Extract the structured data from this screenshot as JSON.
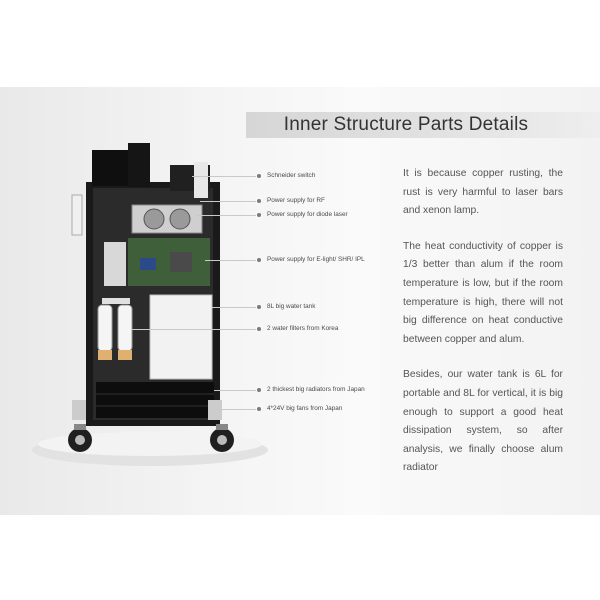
{
  "header": {
    "title": "Inner Structure Parts Details"
  },
  "callouts": [
    {
      "label": "Schneider switch"
    },
    {
      "label": "Power supply for RF"
    },
    {
      "label": "Power supply for diode laser"
    },
    {
      "label": "Power supply for E-light/ SHR/ IPL"
    },
    {
      "label": "8L big water tank"
    },
    {
      "label": "2 water filters from Korea"
    },
    {
      "label": "2 thickest big radiators from Japan"
    },
    {
      "label": "4*24V big fans from Japan"
    }
  ],
  "description": {
    "paragraphs": [
      "It is because copper rusting, the rust is very harmful to laser bars and xenon lamp.",
      "The heat conductivity of copper is 1/3 better than alum if the room temperature is low, but if the room temperature is high, there will not big difference on heat conductive between copper and alum.",
      "Besides, our water tank is 6L for portable and 8L for vertical, it is big enough to support a good heat dissipation system, so after analysis, we finally choose alum radiator"
    ]
  },
  "colors": {
    "frame": "#151515",
    "panel": "#f2f2f2",
    "title_bar": "#dcdcdc",
    "text": "#555555"
  }
}
